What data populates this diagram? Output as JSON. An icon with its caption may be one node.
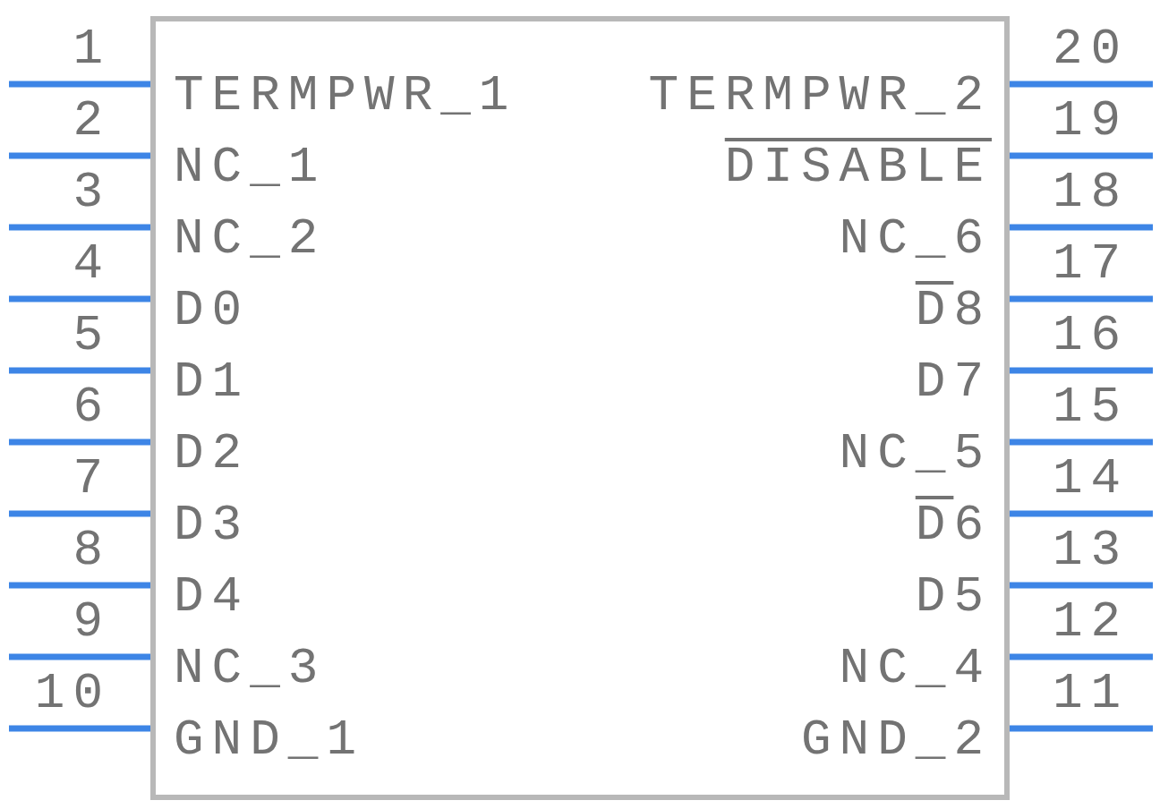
{
  "diagram": {
    "nodes": [
      {
        "text": [],
        "shape": "box"
      }
    ],
    "edges": [],
    "labels": [
      "1",
      "TERMPWR_1",
      "TERMPWR_2",
      "20",
      "2",
      "NC_1",
      "DISABLE",
      "19",
      "3",
      "NC_2",
      "NC_6",
      "18",
      "4",
      "D0",
      "D8",
      "17",
      "5",
      "D1",
      "D7",
      "16",
      "6",
      "D2",
      "NC_5",
      "15",
      "7",
      "D3",
      "D6",
      "14",
      "8",
      "D4",
      "D5",
      "13",
      "9",
      "NC_3",
      "NC_4",
      "12",
      "10",
      "GND_1",
      "GND_2",
      "11"
    ]
  }
}
